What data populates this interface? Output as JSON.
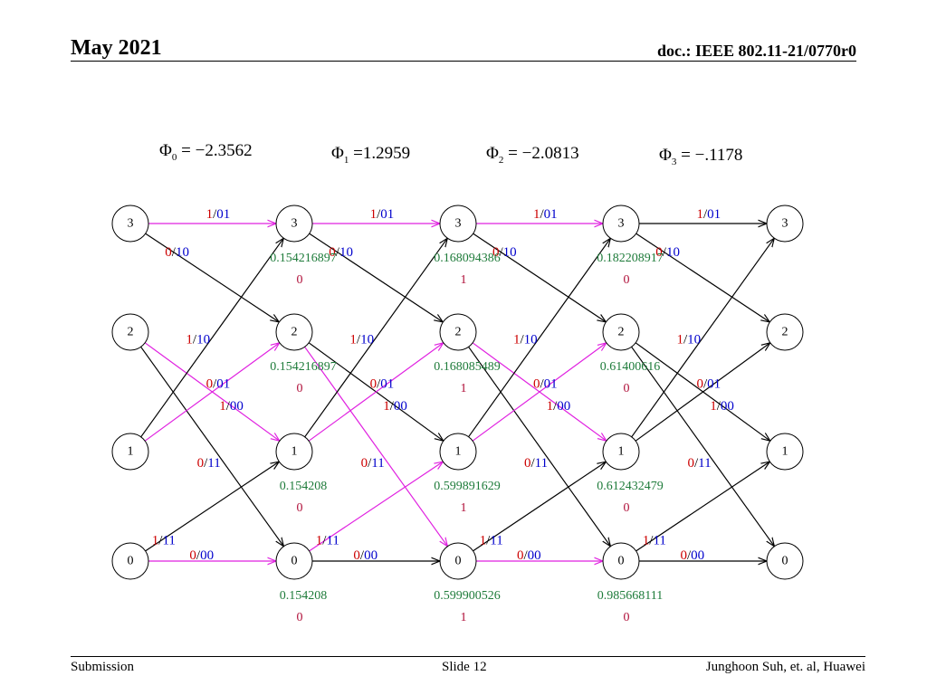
{
  "header": {
    "date": "May 2021",
    "doc": "doc.: IEEE 802.11-21/0770r0"
  },
  "footer": {
    "left": "Submission",
    "center": "Slide 12",
    "right": "Junghoon Suh, et. al, Huawei"
  },
  "colors": {
    "input_bit": "#cc0000",
    "output_bits": "#0000cc",
    "metric": "#1e7b3a",
    "survivor": "#b0103a",
    "highlight": "#e020e0",
    "edge": "#000000"
  },
  "phases": [
    {
      "sym": "Φ",
      "sub": "0",
      "eq": " = −2.3562"
    },
    {
      "sym": "Φ",
      "sub": "1",
      "eq": " =1.2959"
    },
    {
      "sym": "Φ",
      "sub": "2",
      "eq": " = −2.0813"
    },
    {
      "sym": "Φ",
      "sub": "3",
      "eq": " = −.1178"
    }
  ],
  "states": [
    "3",
    "2",
    "1",
    "0"
  ],
  "stages": 5,
  "transitions": [
    {
      "from": 3,
      "to": 3,
      "in": "1",
      "out": "01"
    },
    {
      "from": 3,
      "to": 2,
      "in": "0",
      "out": "10"
    },
    {
      "from": 2,
      "to": 1,
      "in": "1",
      "out": "00"
    },
    {
      "from": 2,
      "to": 0,
      "in": "0",
      "out": "11"
    },
    {
      "from": 1,
      "to": 3,
      "in": "1",
      "out": "10"
    },
    {
      "from": 1,
      "to": 2,
      "in": "0",
      "out": "01"
    },
    {
      "from": 0,
      "to": 1,
      "in": "1",
      "out": "11"
    },
    {
      "from": 0,
      "to": 0,
      "in": "0",
      "out": "00"
    }
  ],
  "highlighted_edges": [
    [
      [
        3,
        3
      ],
      [
        2,
        1
      ],
      [
        1,
        2
      ],
      [
        0,
        0
      ]
    ],
    [
      [
        3,
        3
      ],
      [
        2,
        0
      ],
      [
        1,
        2
      ],
      [
        0,
        1
      ]
    ],
    [
      [
        3,
        3
      ],
      [
        2,
        1
      ],
      [
        1,
        2
      ],
      [
        0,
        0
      ]
    ],
    []
  ],
  "edge_labels": [
    [
      [
        "3-3",
        "1",
        "01"
      ],
      [
        "3-2",
        "0",
        "10"
      ],
      [
        "1-3",
        "1",
        "10"
      ],
      [
        "1-2",
        "0",
        "01"
      ],
      [
        "2-1",
        "1",
        "00"
      ],
      [
        "2-0",
        "0",
        "11"
      ],
      [
        "0-1",
        "1",
        "11"
      ],
      [
        "0-0",
        "0",
        "00"
      ]
    ],
    [
      [
        "3-3",
        "1",
        "01"
      ],
      [
        "3-2",
        "0",
        "10"
      ],
      [
        "1-3",
        "1",
        "10"
      ],
      [
        "1-2",
        "0",
        "01"
      ],
      [
        "2-1",
        "1",
        "00"
      ],
      [
        "2-0",
        "0",
        "11"
      ],
      [
        "0-1",
        "1",
        "11"
      ],
      [
        "0-0",
        "0",
        "00"
      ]
    ],
    [
      [
        "3-3",
        "1",
        "01"
      ],
      [
        "3-2",
        "0",
        "10"
      ],
      [
        "1-3",
        "1",
        "10"
      ],
      [
        "1-2",
        "0",
        "01"
      ],
      [
        "2-1",
        "1",
        "00"
      ],
      [
        "2-0",
        "0",
        "11"
      ],
      [
        "0-1",
        "1",
        "11"
      ],
      [
        "0-0",
        "0",
        "00"
      ]
    ],
    [
      [
        "3-3",
        "1",
        "01"
      ],
      [
        "3-2",
        "0",
        "10"
      ],
      [
        "1-3",
        "1",
        "10"
      ],
      [
        "1-2",
        "0",
        "01"
      ],
      [
        "2-1",
        "1",
        "00"
      ],
      [
        "2-0",
        "0",
        "11"
      ],
      [
        "0-1",
        "1",
        "11"
      ],
      [
        "0-0",
        "0",
        "00"
      ]
    ]
  ],
  "node_annotations": [
    {
      "stage": 1,
      "state": 3,
      "metric": "0.154216897",
      "bit": "0"
    },
    {
      "stage": 1,
      "state": 2,
      "metric": "0.154216897",
      "bit": "0"
    },
    {
      "stage": 1,
      "state": 1,
      "metric": "0.154208",
      "bit": "0"
    },
    {
      "stage": 1,
      "state": 0,
      "metric": "0.154208",
      "bit": "0"
    },
    {
      "stage": 2,
      "state": 3,
      "metric": "0.168094386",
      "bit": "1"
    },
    {
      "stage": 2,
      "state": 2,
      "metric": "0.168085489",
      "bit": "1"
    },
    {
      "stage": 2,
      "state": 1,
      "metric": "0.599891629",
      "bit": "1"
    },
    {
      "stage": 2,
      "state": 0,
      "metric": "0.599900526",
      "bit": "1"
    },
    {
      "stage": 3,
      "state": 3,
      "metric": "0.182208917",
      "bit": "0"
    },
    {
      "stage": 3,
      "state": 2,
      "metric": "0.61400616",
      "bit": "0"
    },
    {
      "stage": 3,
      "state": 1,
      "metric": "0.612432479",
      "bit": "0"
    },
    {
      "stage": 3,
      "state": 0,
      "metric": "0.985668111",
      "bit": "0"
    }
  ]
}
